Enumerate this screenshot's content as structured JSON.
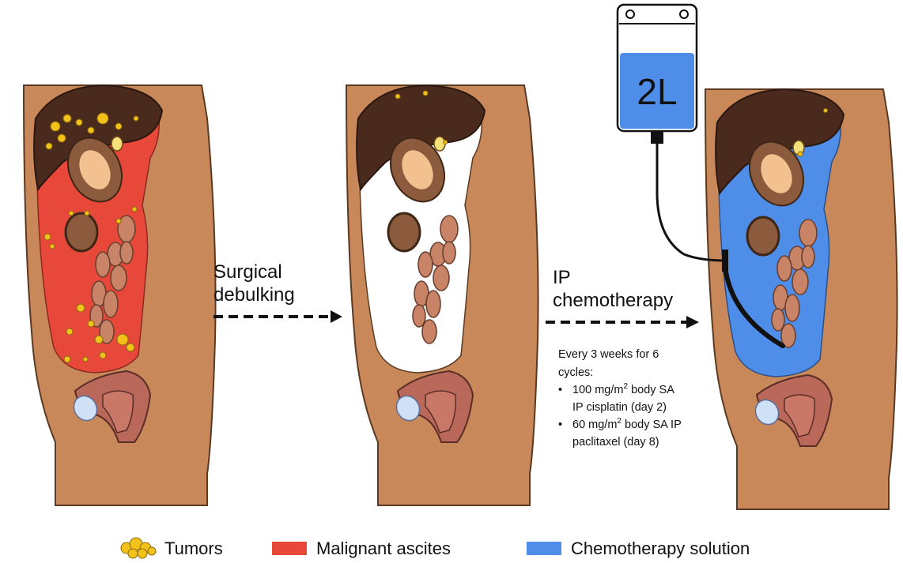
{
  "steps": {
    "step1": {
      "label_line1": "Surgical",
      "label_line2": "debulking"
    },
    "step2": {
      "label_line1": "IP",
      "label_line2": "chemotherapy"
    }
  },
  "bag": {
    "volume_label": "2L"
  },
  "regimen": {
    "intro_line1": "Every 3 weeks for 6",
    "intro_line2": "cycles:",
    "items": [
      {
        "bullet": "•",
        "line1_prefix": "100 mg/m",
        "line1_sup": "2",
        "line1_suffix": " body SA",
        "line2": "IP cisplatin (day 2)"
      },
      {
        "bullet": "•",
        "line1_prefix": "60 mg/m",
        "line1_sup": "2",
        "line1_suffix": " body SA IP",
        "line2": "paclitaxel (day 8)"
      }
    ]
  },
  "legend": {
    "items": [
      {
        "label": "Tumors",
        "color": "#f2c21b"
      },
      {
        "label": "Malignant ascites",
        "color": "#e8483a"
      },
      {
        "label": "Chemotherapy solution",
        "color": "#4f8ee8"
      }
    ]
  },
  "colors": {
    "skin": "#c9885a",
    "skin_outline": "#5a3a22",
    "liver": "#4a2a1c",
    "ascites": "#e8483a",
    "chemo": "#4f8ee8",
    "tumor": "#f2c21b"
  }
}
